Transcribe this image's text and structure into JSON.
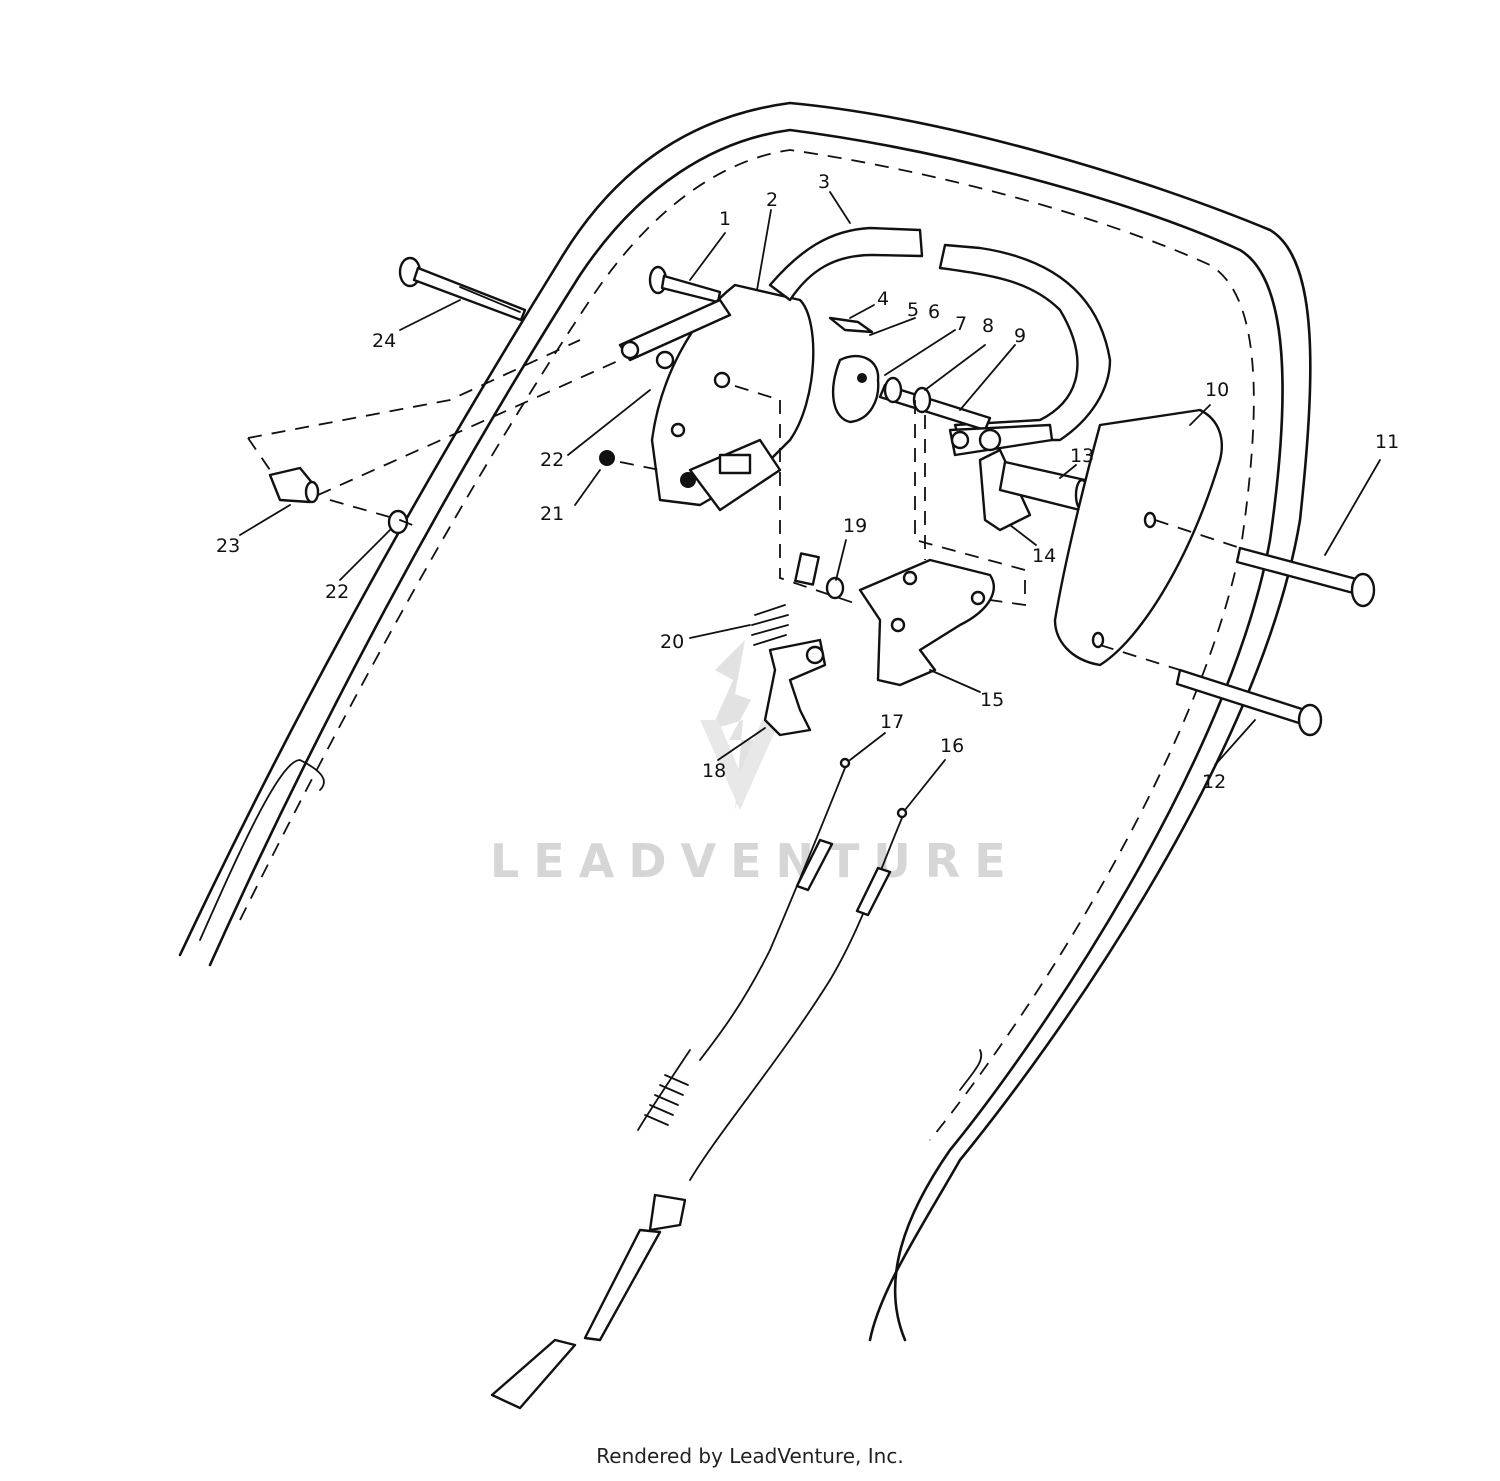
{
  "watermark": {
    "text": "LEADVENTURE"
  },
  "footer": {
    "text": "Rendered by LeadVenture, Inc."
  },
  "callouts": [
    {
      "id": "1",
      "label": "1"
    },
    {
      "id": "2",
      "label": "2"
    },
    {
      "id": "3",
      "label": "3"
    },
    {
      "id": "4",
      "label": "4"
    },
    {
      "id": "5",
      "label": "5"
    },
    {
      "id": "6",
      "label": "6"
    },
    {
      "id": "7",
      "label": "7"
    },
    {
      "id": "8",
      "label": "8"
    },
    {
      "id": "9",
      "label": "9"
    },
    {
      "id": "10",
      "label": "10"
    },
    {
      "id": "11",
      "label": "11"
    },
    {
      "id": "12",
      "label": "12"
    },
    {
      "id": "13",
      "label": "13"
    },
    {
      "id": "14",
      "label": "14"
    },
    {
      "id": "15",
      "label": "15"
    },
    {
      "id": "16",
      "label": "16"
    },
    {
      "id": "17",
      "label": "17"
    },
    {
      "id": "18",
      "label": "18"
    },
    {
      "id": "19",
      "label": "19"
    },
    {
      "id": "20",
      "label": "20"
    },
    {
      "id": "21",
      "label": "21"
    },
    {
      "id": "22",
      "label": "22"
    },
    {
      "id": "22b",
      "label": "22"
    },
    {
      "id": "23",
      "label": "23"
    },
    {
      "id": "24",
      "label": "24"
    }
  ]
}
